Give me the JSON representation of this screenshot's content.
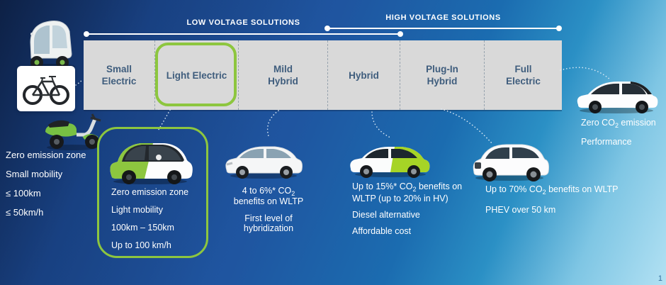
{
  "header": {
    "low_label": "LOW VOLTAGE SOLUTIONS",
    "high_label": "HIGH VOLTAGE SOLUTIONS"
  },
  "band": {
    "categories": [
      {
        "l1": "Small",
        "l2": "Electric"
      },
      {
        "l1": "Light Electric",
        "l2": ""
      },
      {
        "l1": "Mild",
        "l2": "Hybrid"
      },
      {
        "l1": "Hybrid",
        "l2": ""
      },
      {
        "l1": "Plug-In",
        "l2": "Hybrid"
      },
      {
        "l1": "Full",
        "l2": "Electric"
      }
    ]
  },
  "small_electric": {
    "lines": [
      "Zero emission zone",
      "Small mobility",
      "≤ 100km",
      "≤ 50km/h"
    ]
  },
  "light_electric": {
    "lines": [
      "Zero emission zone",
      "Light mobility",
      "100km – 150km",
      "Up to 100 km/h"
    ]
  },
  "mild_hybrid": {
    "co2_pre": "4 to 6%* CO",
    "co2_sub": "2",
    "co2_post": "",
    "line2": "benefits on WLTP",
    "lines": [
      "First level of",
      "hybridization"
    ]
  },
  "hybrid": {
    "co2_pre": "Up to 15%* CO",
    "co2_sub": "2",
    "co2_post": " benefits on",
    "line2": "WLTP (up to 20% in HV)",
    "lines": [
      "Diesel alternative",
      "Affordable cost"
    ]
  },
  "plugin_hybrid": {
    "co2_pre": "Up to 70% CO",
    "co2_sub": "2",
    "co2_post": " benefits on WLTP",
    "line2": "PHEV over 50 km"
  },
  "full_electric": {
    "co2_pre": "Zero CO",
    "co2_sub": "2",
    "co2_post": " emission",
    "line2": "Performance"
  },
  "page_number": "1",
  "colors": {
    "accent_green": "#8dc63f",
    "valeo_lime": "#a6d426",
    "band_bg": "#d9d9d9",
    "band_text": "#3f5d7d",
    "background_dark": "#1e4a8f",
    "background_light": "#b2e1f3"
  }
}
